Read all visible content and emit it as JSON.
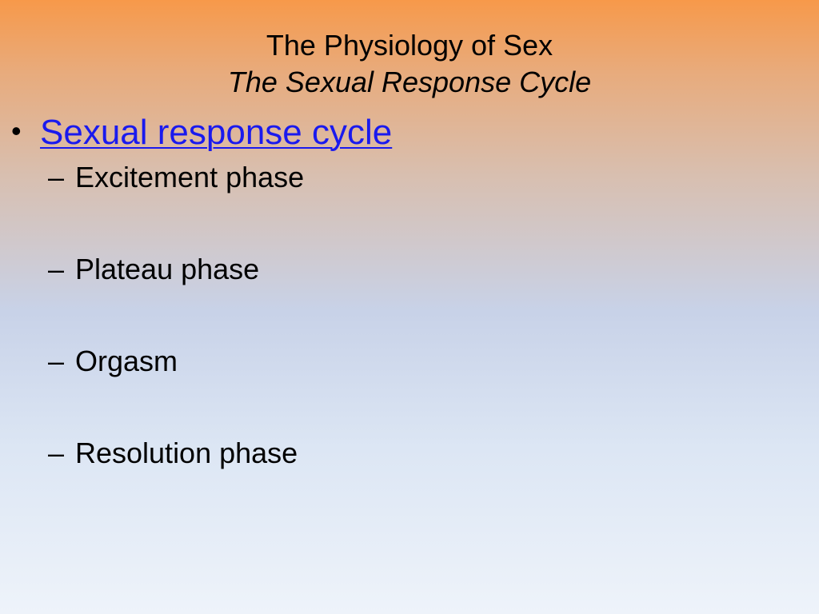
{
  "slide": {
    "title": "The Physiology of Sex",
    "subtitle": "The Sexual Response Cycle",
    "bullet": {
      "marker": "•",
      "text": "Sexual response cycle",
      "link_color": "#1a1aee"
    },
    "sub_marker": "–",
    "sub_items": [
      "Excitement phase",
      "Plateau phase",
      "Orgasm",
      "Resolution phase"
    ]
  }
}
